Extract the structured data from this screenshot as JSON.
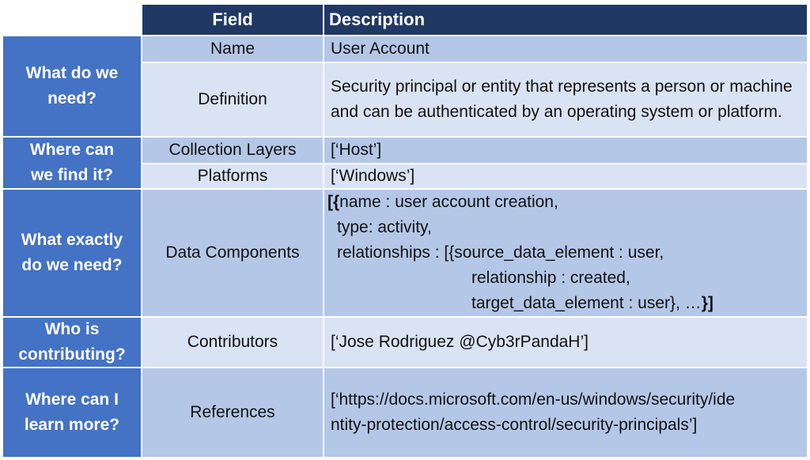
{
  "header": {
    "field": "Field",
    "description": "Description"
  },
  "questions": {
    "need": "What do we need?",
    "find": "Where can we find it?",
    "exactly": "What exactly do we need?",
    "contributing": "Who is contributing?",
    "learn": "Where can I learn more?"
  },
  "rows": {
    "name": {
      "field": "Name",
      "value": "User Account"
    },
    "definition": {
      "field": "Definition",
      "value": "Security principal or entity that represents a person or machine and can be authenticated by an operating system or platform."
    },
    "collection_layers": {
      "field": "Collection Layers",
      "value": "[‘Host’]"
    },
    "platforms": {
      "field": "Platforms",
      "value": "[‘Windows’]"
    },
    "data_components": {
      "field": "Data Components",
      "open_bracket": "[{",
      "line1": "name : user account creation,",
      "line2": "type: activity,",
      "line3": "relationships : [{source_data_element : user,",
      "line4": "relationship : created,",
      "line5_text": "target_data_element : user}, …",
      "close_bracket": "}]"
    },
    "contributors": {
      "field": "Contributors",
      "value": "[‘Jose Rodriguez @Cyb3rPandaH’]"
    },
    "references": {
      "field": "References",
      "value": "[‘https://docs.microsoft.com/en-us/windows/security/identity-protection/access-control/security-principals’]"
    }
  },
  "colors": {
    "header": "#203864",
    "question": "#4472c4",
    "row_dark": "#b4c7e7",
    "row_light": "#dae3f3"
  }
}
